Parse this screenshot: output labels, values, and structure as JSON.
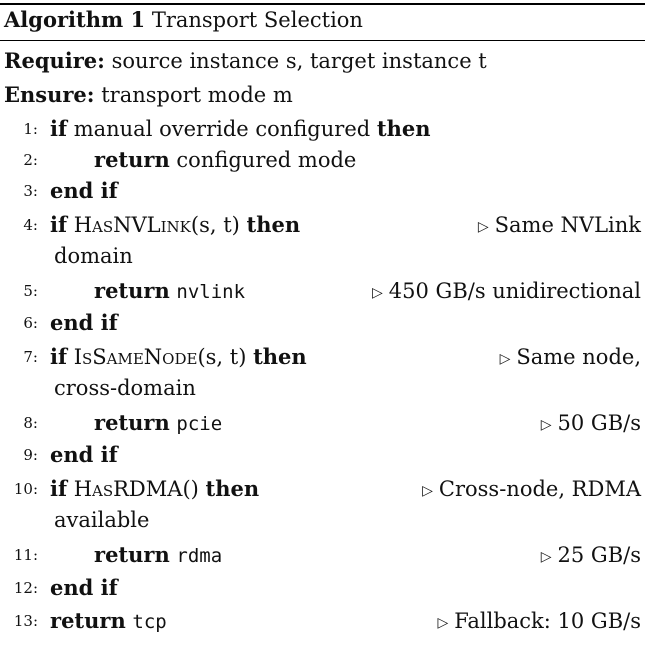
{
  "caption": {
    "label": "Algorithm 1",
    "title": "Transport Selection"
  },
  "require": {
    "kw": "Require:",
    "text": "source instance s, target instance t"
  },
  "ensure": {
    "kw": "Ensure:",
    "text": "transport mode m"
  },
  "lines": [
    {
      "n": "1:",
      "kw1": "if",
      "text": "manual override configured",
      "kw2": "then"
    },
    {
      "n": "2:",
      "kw1": "return",
      "text": "configured mode"
    },
    {
      "n": "3:",
      "kw1": "end if"
    },
    {
      "n": "4:",
      "kw1": "if",
      "fn": "HasNVLink",
      "args": "(s, t)",
      "kw2": "then",
      "comment": "Same NVLink",
      "cont": "domain"
    },
    {
      "n": "5:",
      "kw1": "return",
      "code": "nvlink",
      "comment": "450 GB/s unidirectional"
    },
    {
      "n": "6:",
      "kw1": "end if"
    },
    {
      "n": "7:",
      "kw1": "if",
      "fn": "IsSameNode",
      "args": "(s, t)",
      "kw2": "then",
      "comment": "Same node,",
      "cont": "cross-domain"
    },
    {
      "n": "8:",
      "kw1": "return",
      "code": "pcie",
      "comment": "50 GB/s"
    },
    {
      "n": "9:",
      "kw1": "end if"
    },
    {
      "n": "10:",
      "kw1": "if",
      "fn": "HasRDMA",
      "args": "()",
      "kw2": "then",
      "comment": "Cross-node, RDMA",
      "cont": "available"
    },
    {
      "n": "11:",
      "kw1": "return",
      "code": "rdma",
      "comment": "25 GB/s"
    },
    {
      "n": "12:",
      "kw1": "end if"
    },
    {
      "n": "13:",
      "kw1": "return",
      "code": "tcp",
      "comment": "Fallback: 10 GB/s"
    }
  ],
  "comment_symbol": "▷"
}
